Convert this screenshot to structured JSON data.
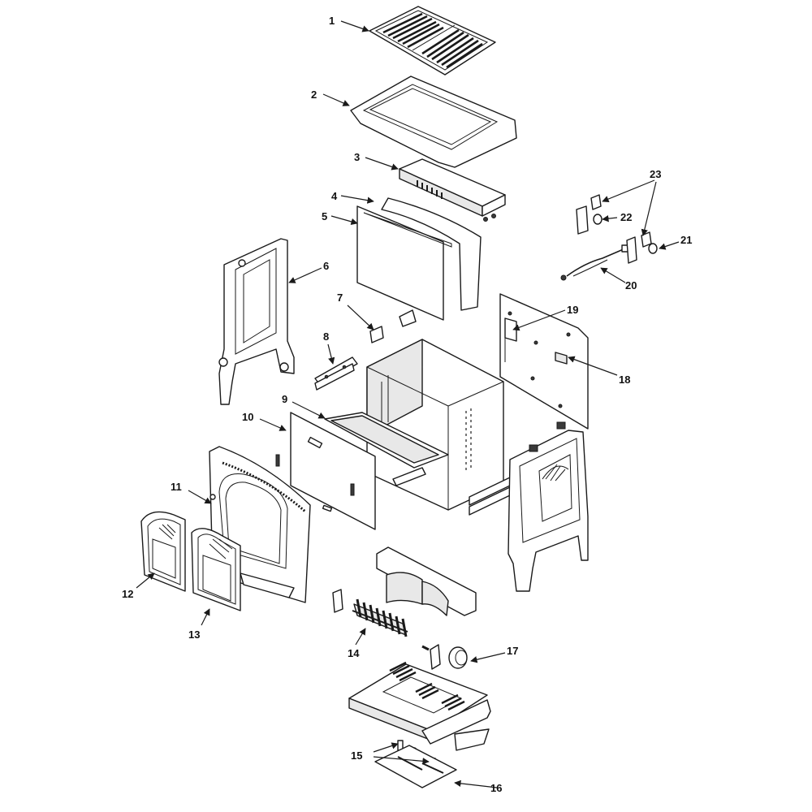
{
  "callouts": [
    {
      "num": "1"
    },
    {
      "num": "2"
    },
    {
      "num": "3"
    },
    {
      "num": "4"
    },
    {
      "num": "5"
    },
    {
      "num": "6"
    },
    {
      "num": "7"
    },
    {
      "num": "8"
    },
    {
      "num": "9"
    },
    {
      "num": "10"
    },
    {
      "num": "11"
    },
    {
      "num": "12"
    },
    {
      "num": "13"
    },
    {
      "num": "14"
    },
    {
      "num": "15"
    },
    {
      "num": "16"
    },
    {
      "num": "17"
    },
    {
      "num": "18"
    },
    {
      "num": "19"
    },
    {
      "num": "20"
    },
    {
      "num": "21"
    },
    {
      "num": "22"
    },
    {
      "num": "23"
    }
  ],
  "colors": {
    "line": "#1a1a1a",
    "background": "#ffffff",
    "shade": "#e8e8e8"
  }
}
